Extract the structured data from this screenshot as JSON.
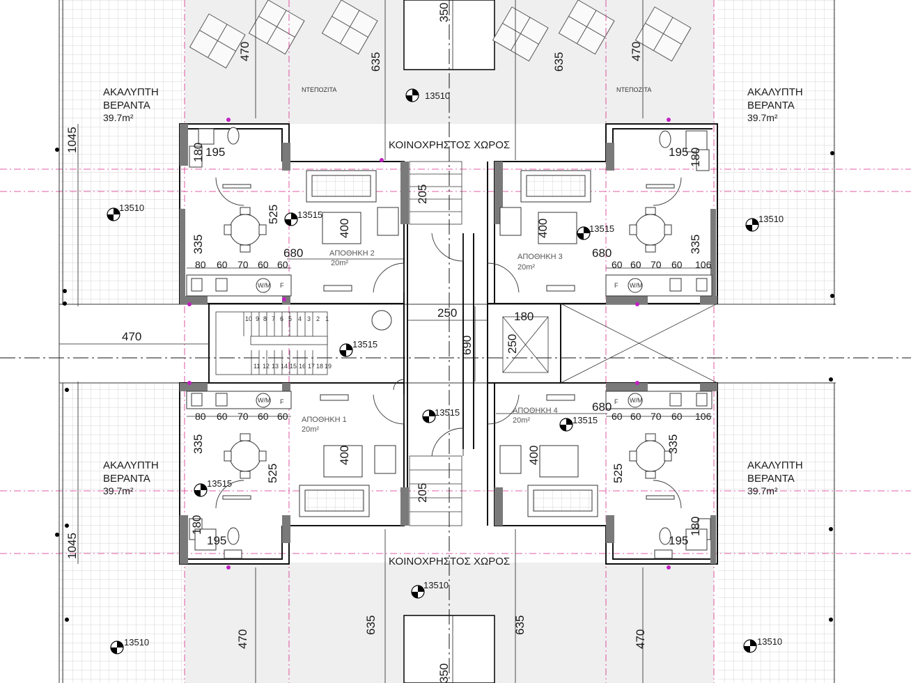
{
  "verandas": [
    {
      "name": "ΑΚΑΛΥΠΤΗ",
      "name2": "ΒΕΡΑΝΤΑ",
      "area": "39.7m²"
    },
    {
      "name": "ΑΚΑΛΥΠΤΗ",
      "name2": "ΒΕΡΑΝΤΑ",
      "area": "39.7m²"
    },
    {
      "name": "ΑΚΑΛΥΠΤΗ",
      "name2": "ΒΕΡΑΝΤΑ",
      "area": "39.7m²"
    },
    {
      "name": "ΑΚΑΛΥΠΤΗ",
      "name2": "ΒΕΡΑΝΤΑ",
      "area": "39.7m²"
    }
  ],
  "common_space": [
    "ΚΟΙΝΟΧΡΗΣΤΟΣ ΧΩΡΟΣ",
    "ΚΟΙΝΟΧΡΗΣΤΟΣ ΧΩΡΟΣ"
  ],
  "tanks": [
    "ΝΤΕΠΟΖΙΤΑ",
    "ΝΤΕΠΟΖΙΤΑ"
  ],
  "storage": [
    {
      "name": "ΑΠΟΘΗΚΗ 1",
      "area": "20m²"
    },
    {
      "name": "ΑΠΟΘΗΚΗ 2",
      "area": "20m²"
    },
    {
      "name": "ΑΠΟΘΗΚΗ 3",
      "area": "20m²"
    },
    {
      "name": "ΑΠΟΘΗΚΗ 4",
      "area": "20m²"
    }
  ],
  "levels": [
    "13510",
    "13515"
  ],
  "dims": {
    "d350": "350",
    "d470": "470",
    "d635": "635",
    "d1045": "1045",
    "d195": "195",
    "d180": "180",
    "d525": "525",
    "d335": "335",
    "d680": "680",
    "d400": "400",
    "d205": "205",
    "d250": "250",
    "d690": "690",
    "d80": "80",
    "d60": "60",
    "d70": "70",
    "d106": "106"
  },
  "appliances": {
    "wm": "W/M",
    "fridge": "F"
  },
  "stair_steps": {
    "upper": [
      "10",
      "9",
      "8",
      "7",
      "6",
      "5",
      "4",
      "3",
      "2",
      "1"
    ],
    "lower": [
      "11",
      "12",
      "13",
      "14",
      "15",
      "16",
      "17",
      "18",
      "19"
    ]
  }
}
